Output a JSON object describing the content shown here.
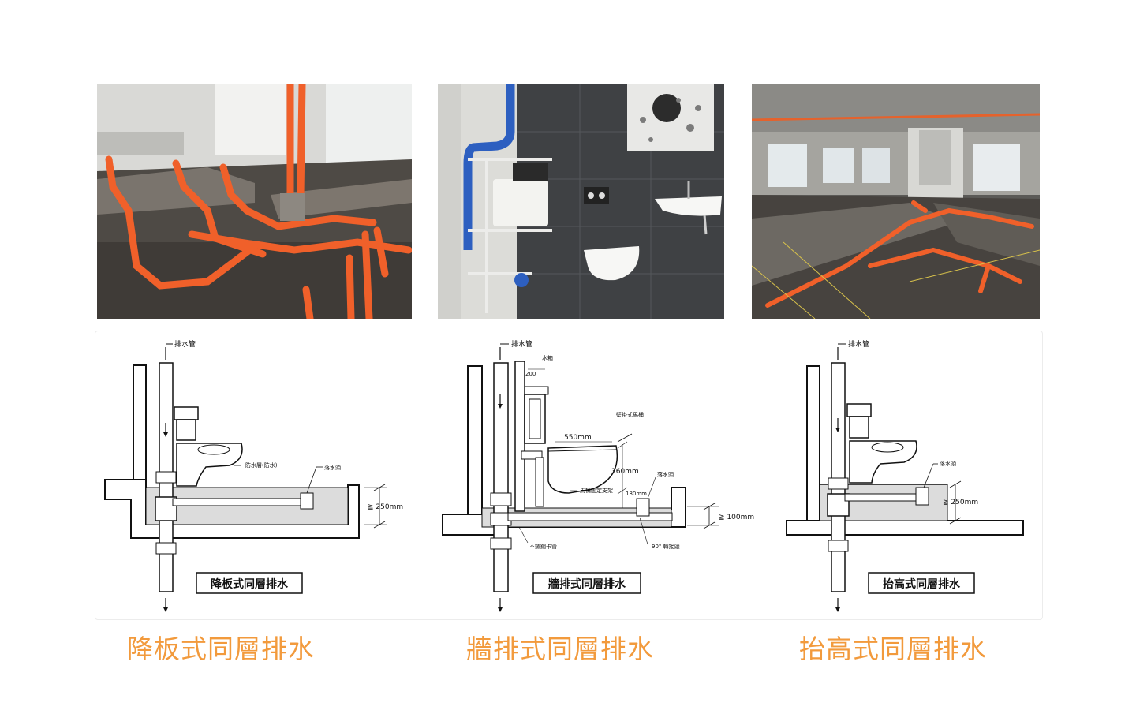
{
  "colors": {
    "caption": "#f29a3c",
    "pipe": "#f06a2a",
    "blue_pipe": "#2f6fd6",
    "concrete": "#cfcfcf",
    "fill": "#dedede"
  },
  "photos": [
    {
      "id": "photo-1",
      "subject": "exposed orange drainage pipes in lowered slab"
    },
    {
      "id": "photo-2",
      "subject": "wall-hung toilet with concealed cistern and blue pipe"
    },
    {
      "id": "photo-3",
      "subject": "raised floor with orange pipes in open floor"
    }
  ],
  "diagrams": {
    "d1": {
      "drain_pipe": "排水管",
      "seal_label": "防水層(防水)",
      "trap_label": "落水頭",
      "height": "≧ 250mm",
      "title": "降板式同層排水"
    },
    "d2": {
      "drain_pipe": "排水管",
      "tank_label": "水箱",
      "dim_200": "200",
      "toilet_label": "壁掛式馬桶",
      "dim_550": "550mm",
      "dim_360": "360mm",
      "dim_180": "180mm",
      "support_label": "馬桶固定支架",
      "trap_label": "落水頭",
      "height": "≧ 100mm",
      "steel_label": "不鏽鋼卡管",
      "elbow_label": "90° 轉接頭",
      "title": "牆排式同層排水"
    },
    "d3": {
      "drain_pipe": "排水管",
      "trap_label": "落水頭",
      "height": "≧ 250mm",
      "title": "抬高式同層排水"
    }
  },
  "captions": [
    "降板式同層排水",
    "牆排式同層排水",
    "抬高式同層排水"
  ]
}
